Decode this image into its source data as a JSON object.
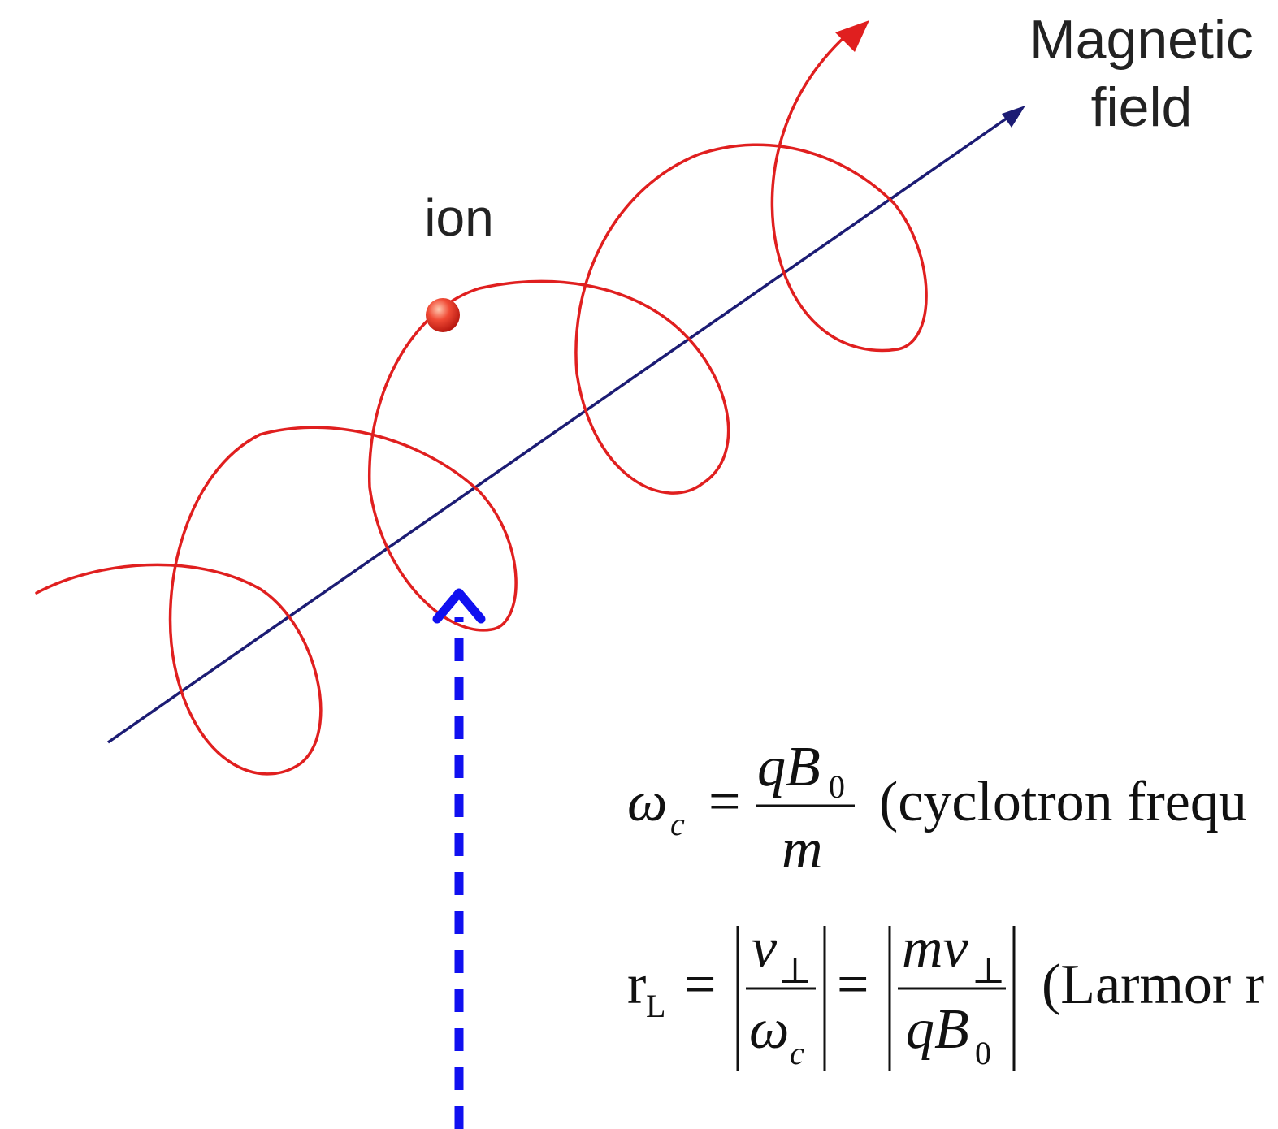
{
  "labels": {
    "field_line1": "Magnetic",
    "field_line2": "field",
    "ion": "ion"
  },
  "equations": {
    "cyclotron": {
      "symbol": "ω",
      "symbol_sub": "c",
      "equals": "=",
      "numerator": "qB",
      "numerator_sub": "0",
      "denominator": "m",
      "note": "(cyclotron frequ"
    },
    "larmor": {
      "symbol": "r",
      "symbol_sub": "L",
      "equals": "=",
      "frac1_num": "v",
      "frac1_num_sub": "⊥",
      "frac1_den": "ω",
      "frac1_den_sub": "c",
      "frac2_num": "mv",
      "frac2_num_sub": "⊥",
      "frac2_den": "qB",
      "frac2_den_sub": "0",
      "note": "(Larmor r"
    }
  },
  "colors": {
    "helix": "#e01f1f",
    "field_line": "#1c1c74",
    "dashed_arrow": "#1010f0",
    "ion": "#e53324",
    "text": "#222222"
  }
}
